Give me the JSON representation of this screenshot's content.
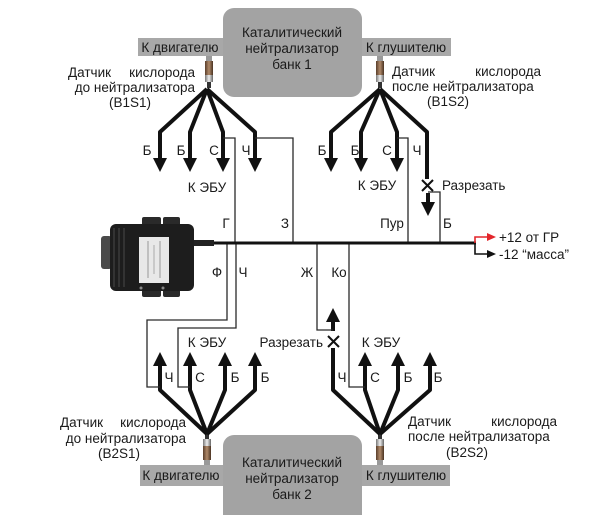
{
  "catalysts": {
    "bank1": {
      "lines": [
        "Каталитический",
        "нейтрализатор",
        "банк 1"
      ]
    },
    "bank2": {
      "lines": [
        "Каталитический",
        "нейтрализатор",
        "банк 2"
      ]
    }
  },
  "pipe_labels": {
    "to_engine": "К двигателю",
    "to_muffler": "К глушителю"
  },
  "sensors": {
    "b1s1": {
      "heading": [
        "Датчик",
        "кислорода"
      ],
      "position": "до нейтрализатора",
      "code": "(B1S1)",
      "wires": [
        "Б",
        "Б",
        "С",
        "Ч"
      ]
    },
    "b1s2": {
      "heading": [
        "Датчик",
        "кислорода"
      ],
      "position": "после нейтрализатора",
      "code": "(B1S2)",
      "wires": [
        "Б",
        "Б",
        "С",
        "Ч"
      ]
    },
    "b2s1": {
      "heading": [
        "Датчик",
        "кислорода"
      ],
      "position": "до нейтрализатора",
      "code": "(B2S1)",
      "wires": [
        "Ч",
        "С",
        "Б",
        "Б"
      ]
    },
    "b2s2": {
      "heading": [
        "Датчик",
        "кислорода"
      ],
      "position": "после нейтрализатора",
      "code": "(B2S2)",
      "wires": [
        "Ч",
        "С",
        "Б",
        "Б"
      ]
    }
  },
  "ecu_label": "К ЭБУ",
  "cut_label": "Разрезать",
  "module_wires": {
    "top": [
      "Г",
      "З",
      "Пур",
      "Б"
    ],
    "bottom": [
      "Ф",
      "Ч",
      "Ж",
      "Ко"
    ]
  },
  "power": {
    "plus_label": "+12 от ГР",
    "minus_label": "-12 “масса”",
    "plus_color": "#e3262b",
    "minus_color": "#111111"
  }
}
